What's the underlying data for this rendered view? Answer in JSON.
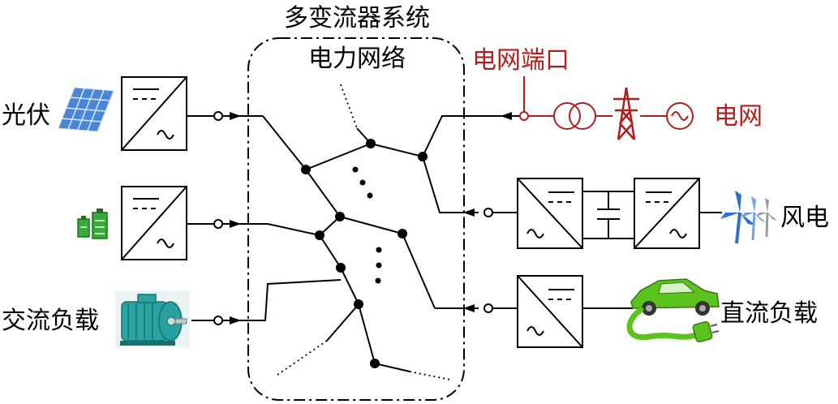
{
  "title": "多变流器系统",
  "network_label": "电力网络",
  "grid_port_label": "电网端口",
  "grid_label": "电网",
  "pv_label": "光伏",
  "ac_load_label": "交流负载",
  "wind_label": "风电",
  "dc_load_label": "直流负载",
  "colors": {
    "grid_red": "#b01e1e",
    "pv_blue": "#4a86d8",
    "battery_green": "#3aa83a",
    "motor_teal": "#2aa3a3",
    "car_green": "#5cc21e",
    "wind_blue": "#2e6fd1"
  }
}
